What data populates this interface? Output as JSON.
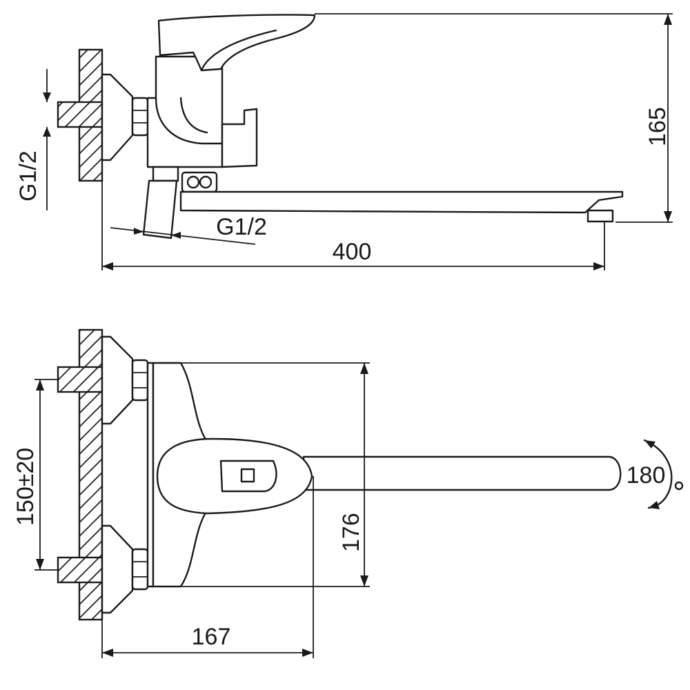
{
  "side_view": {
    "inlet_thread_vertical": "G1/2",
    "inlet_thread_bottom": "G1/2",
    "dim_height": "165",
    "dim_length": "400"
  },
  "top_view": {
    "dim_centers": "150±20",
    "dim_depth": "176",
    "dim_body_reach": "167",
    "rotation_angle": "180"
  }
}
